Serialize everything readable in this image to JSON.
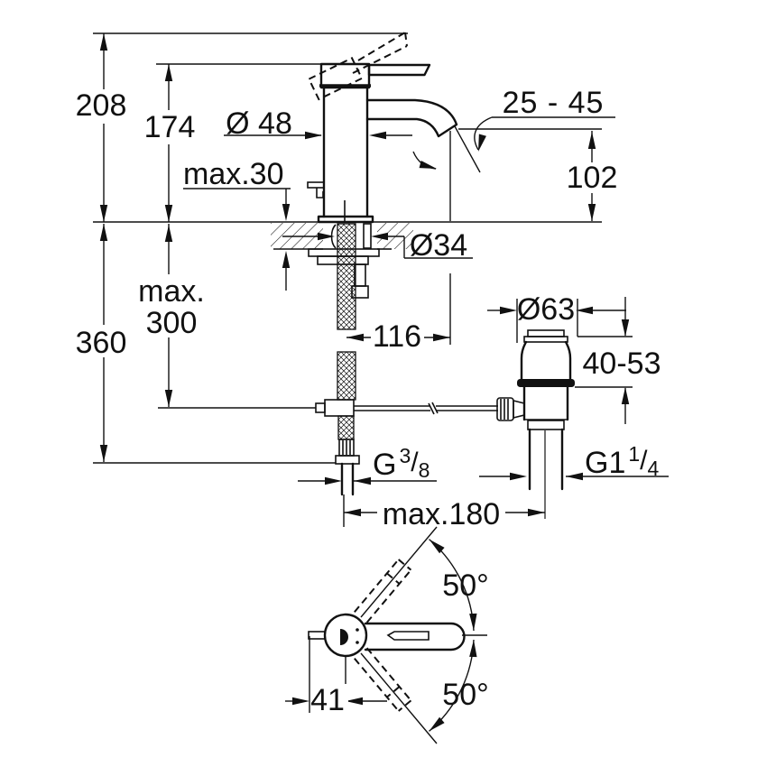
{
  "drawing": {
    "type": "faucet-installation-dimension-drawing",
    "colors": {
      "line": "#111111",
      "background": "#ffffff"
    },
    "labels": {
      "height_total": "208",
      "height_body": "174",
      "spout_diameter": "Ø 48",
      "aerator_angle_range": "25 - 45",
      "spout_height": "102",
      "deck_max_thickness": "max.30",
      "hole_diameter": "Ø34",
      "rod_max_line1": "max.",
      "rod_max_line2": "300",
      "below_deck_depth": "360",
      "spout_reach": "116",
      "waste_flange_diameter": "Ø63",
      "waste_height_range": "40-53",
      "supply_thread": {
        "base": "G",
        "sup": "3",
        "slash": "/",
        "sub": "8"
      },
      "waste_thread": {
        "base": "G1",
        "sup": "1",
        "slash": "/",
        "sub": "4"
      },
      "drain_distance": "max.180",
      "handle_angle_up": "50°",
      "handle_angle_down": "50°",
      "handle_offset": "41"
    }
  }
}
